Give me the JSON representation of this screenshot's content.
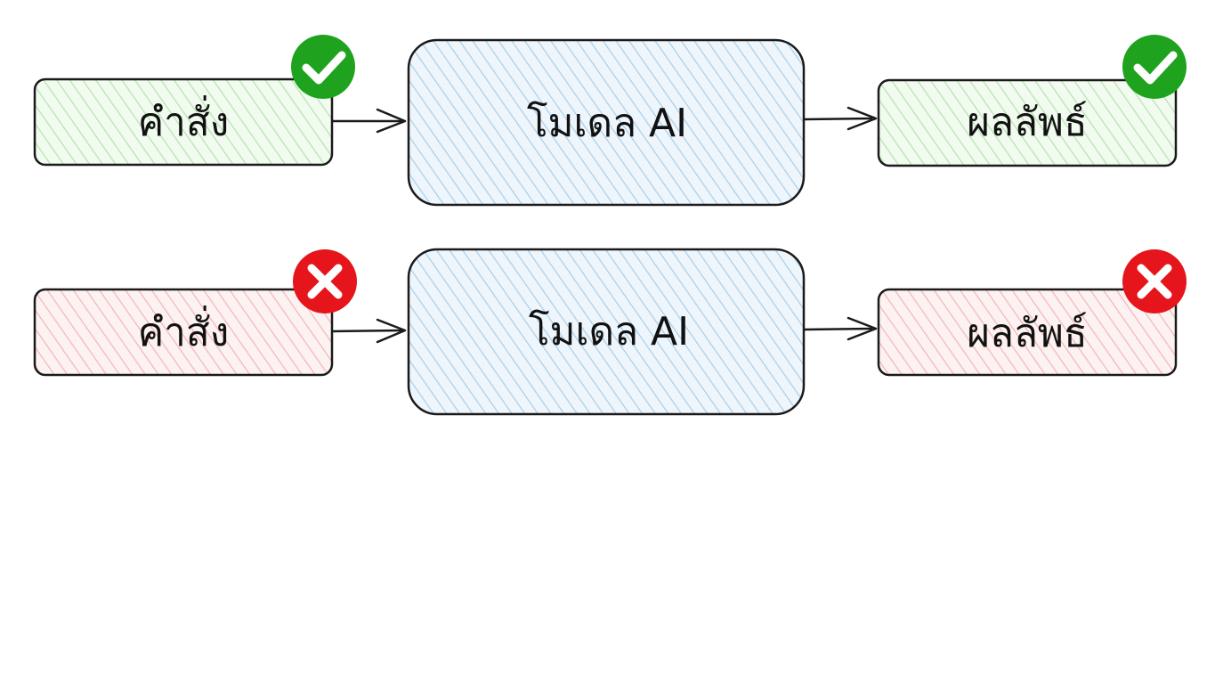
{
  "colors": {
    "stroke": "#1a1a1a",
    "good_fill_hatch": "#b7e3b1",
    "good_fill_bg": "#f2fbf0",
    "bad_fill_hatch": "#f2b7b7",
    "bad_fill_bg": "#fdf2f2",
    "model_fill_hatch": "#a9cfea",
    "model_fill_bg": "#eef6fc",
    "check_badge": "#1fa31f",
    "cross_badge": "#e5151b",
    "arrow": "#1a1a1a"
  },
  "rows": [
    {
      "status": "good",
      "badge_icon": "check-icon",
      "input_label": "คำสั่ง",
      "model_label": "โมเดล AI",
      "output_label": "ผลลัพธ์"
    },
    {
      "status": "bad",
      "badge_icon": "cross-icon",
      "input_label": "คำสั่ง",
      "model_label": "โมเดล AI",
      "output_label": "ผลลัพธ์"
    }
  ]
}
